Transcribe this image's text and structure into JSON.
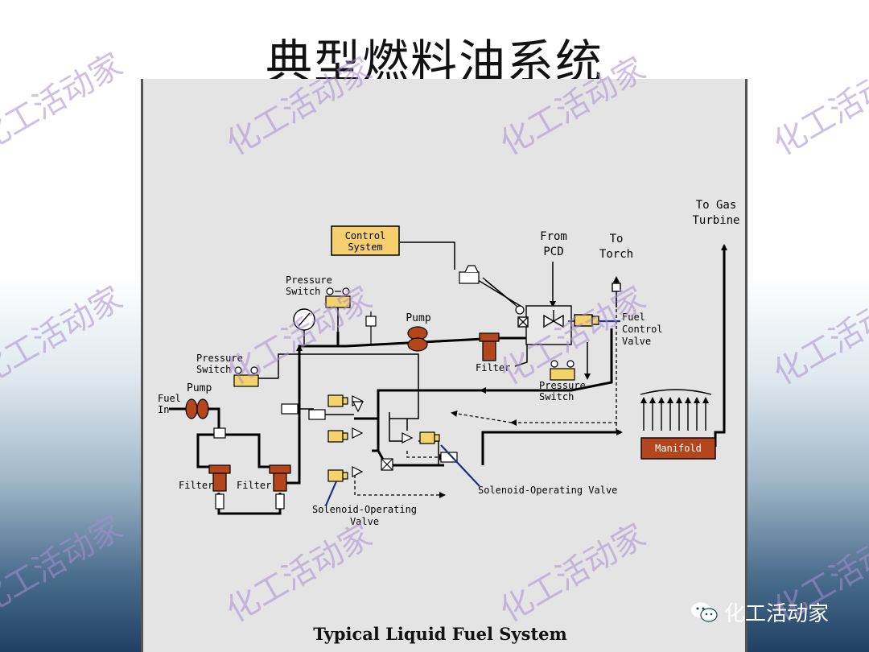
{
  "slide_title": "典型燃料油系统",
  "diagram_caption": "Typical Liquid Fuel System",
  "labels": {
    "control_system_1": "Control",
    "control_system_2": "System",
    "from_pcd_1": "From",
    "from_pcd_2": "PCD",
    "to_torch_1": "To",
    "to_torch_2": "Torch",
    "to_gas_turbine_1": "To Gas",
    "to_gas_turbine_2": "Turbine",
    "pressure_switch_top_1": "Pressure",
    "pressure_switch_top_2": "Switch",
    "pressure_switch_left_1": "Pressure",
    "pressure_switch_left_2": "Switch",
    "pressure_switch_right_1": "Pressure",
    "pressure_switch_right_2": "Switch",
    "pump_main": "Pump",
    "pump_inlet": "Pump",
    "fuel_in_1": "Fuel",
    "fuel_in_2": "In",
    "filter_main": "Filter",
    "filter_left": "Filter",
    "filter_right": "Filter",
    "fuel_control_valve_1": "Fuel",
    "fuel_control_valve_2": "Control",
    "fuel_control_valve_3": "Valve",
    "manifold": "Manifold",
    "solenoid_right": "Solenoid-Operating Valve",
    "solenoid_bottom_1": "Solenoid-Operating",
    "solenoid_bottom_2": "Valve"
  },
  "watermark_text": "化工活动家",
  "badge_text": "化工活动家",
  "colors": {
    "filter": "#b5451c",
    "valve_actuator": "#f3d36a",
    "control_box": "#f6cf6e",
    "manifold": "#b5451c",
    "line": "#000000",
    "callout": "#1b2f8a",
    "panel": "#e4e4e4"
  },
  "icons": [
    "pressure-gauge-icon",
    "check-valve-icon",
    "wechat-icon"
  ]
}
